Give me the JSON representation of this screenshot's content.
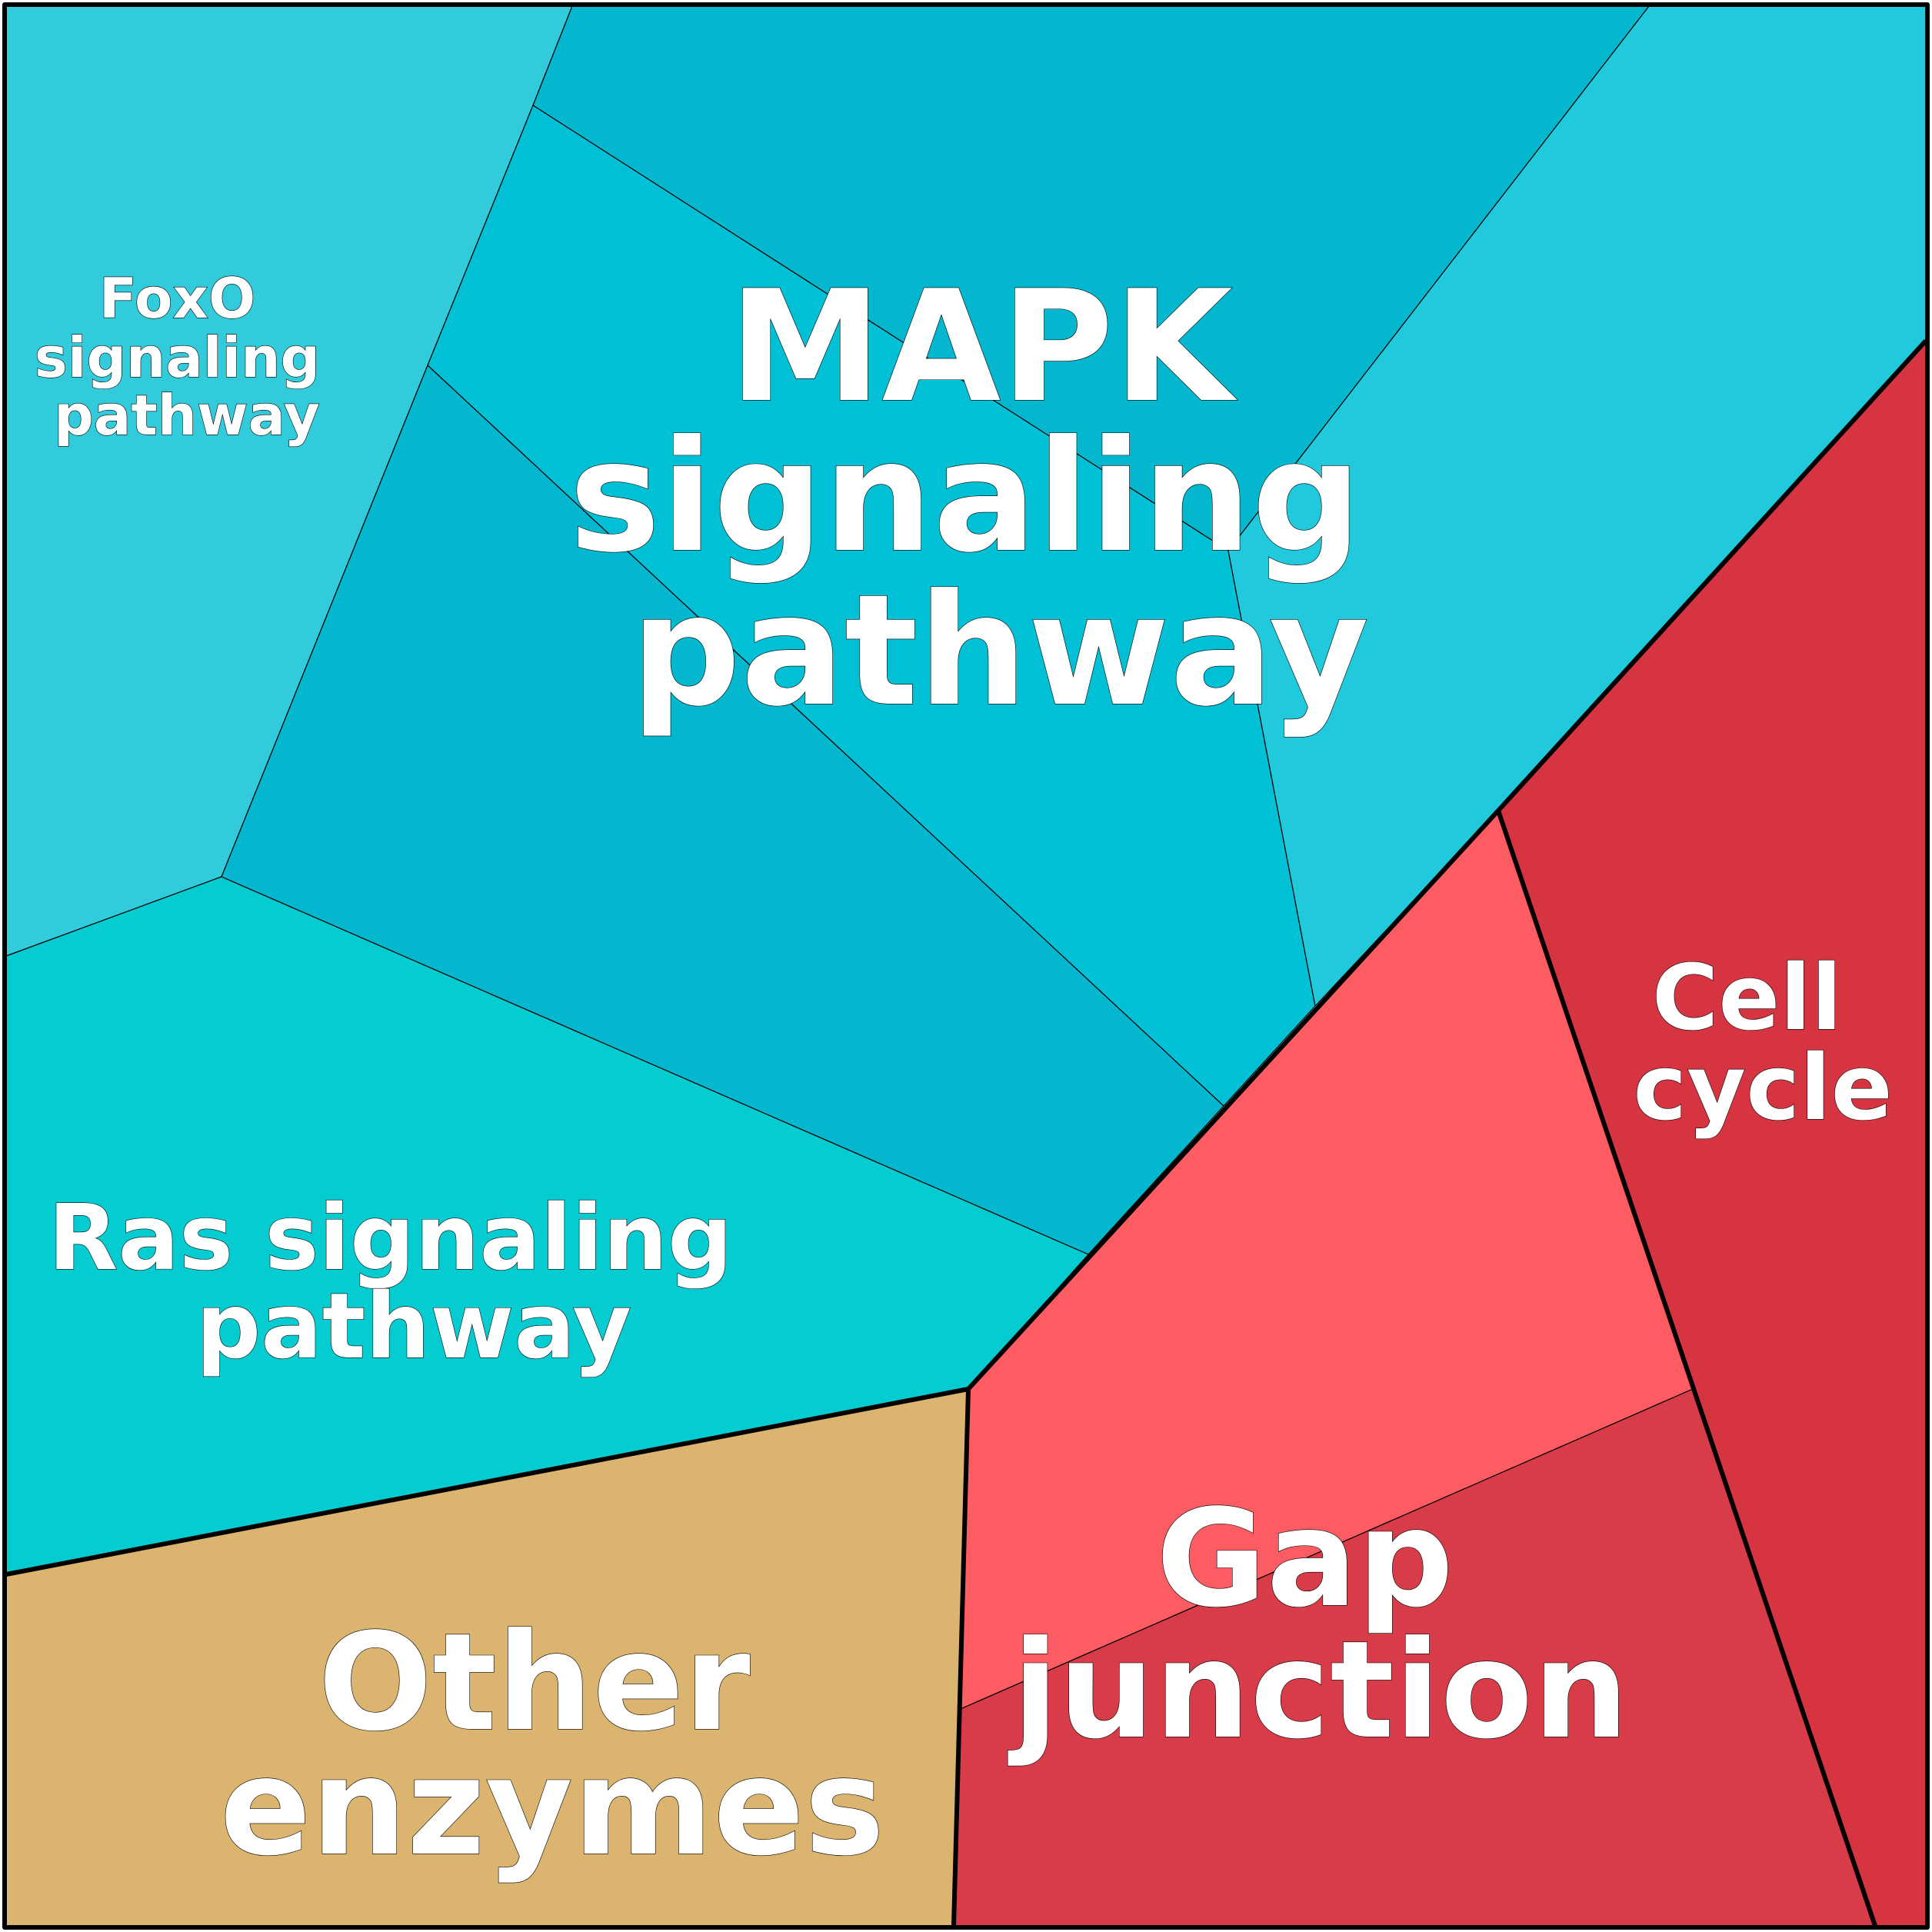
{
  "colors": {
    "signaling_light": "#31CBDB",
    "signaling_mid": "#03B8CE",
    "signaling_bright": "#00C0D5",
    "signaling_right": "#20CADC",
    "ras": "#04CCD1",
    "other_enzymes": "#DBB570",
    "gap_light": "#FD5C63",
    "gap_dark": "#D83C49",
    "cell_cycle": "#D53440"
  },
  "labels": {
    "foxo": [
      "FoxO",
      "signaling",
      "pathway"
    ],
    "mapk": [
      "MAPK",
      "signaling",
      "pathway"
    ],
    "ras": [
      "Ras signaling",
      "pathway"
    ],
    "other": [
      "Other",
      "enzymes"
    ],
    "gap": [
      "Gap",
      "junction"
    ],
    "cell_cycle": [
      "Cell",
      "cycle"
    ]
  }
}
